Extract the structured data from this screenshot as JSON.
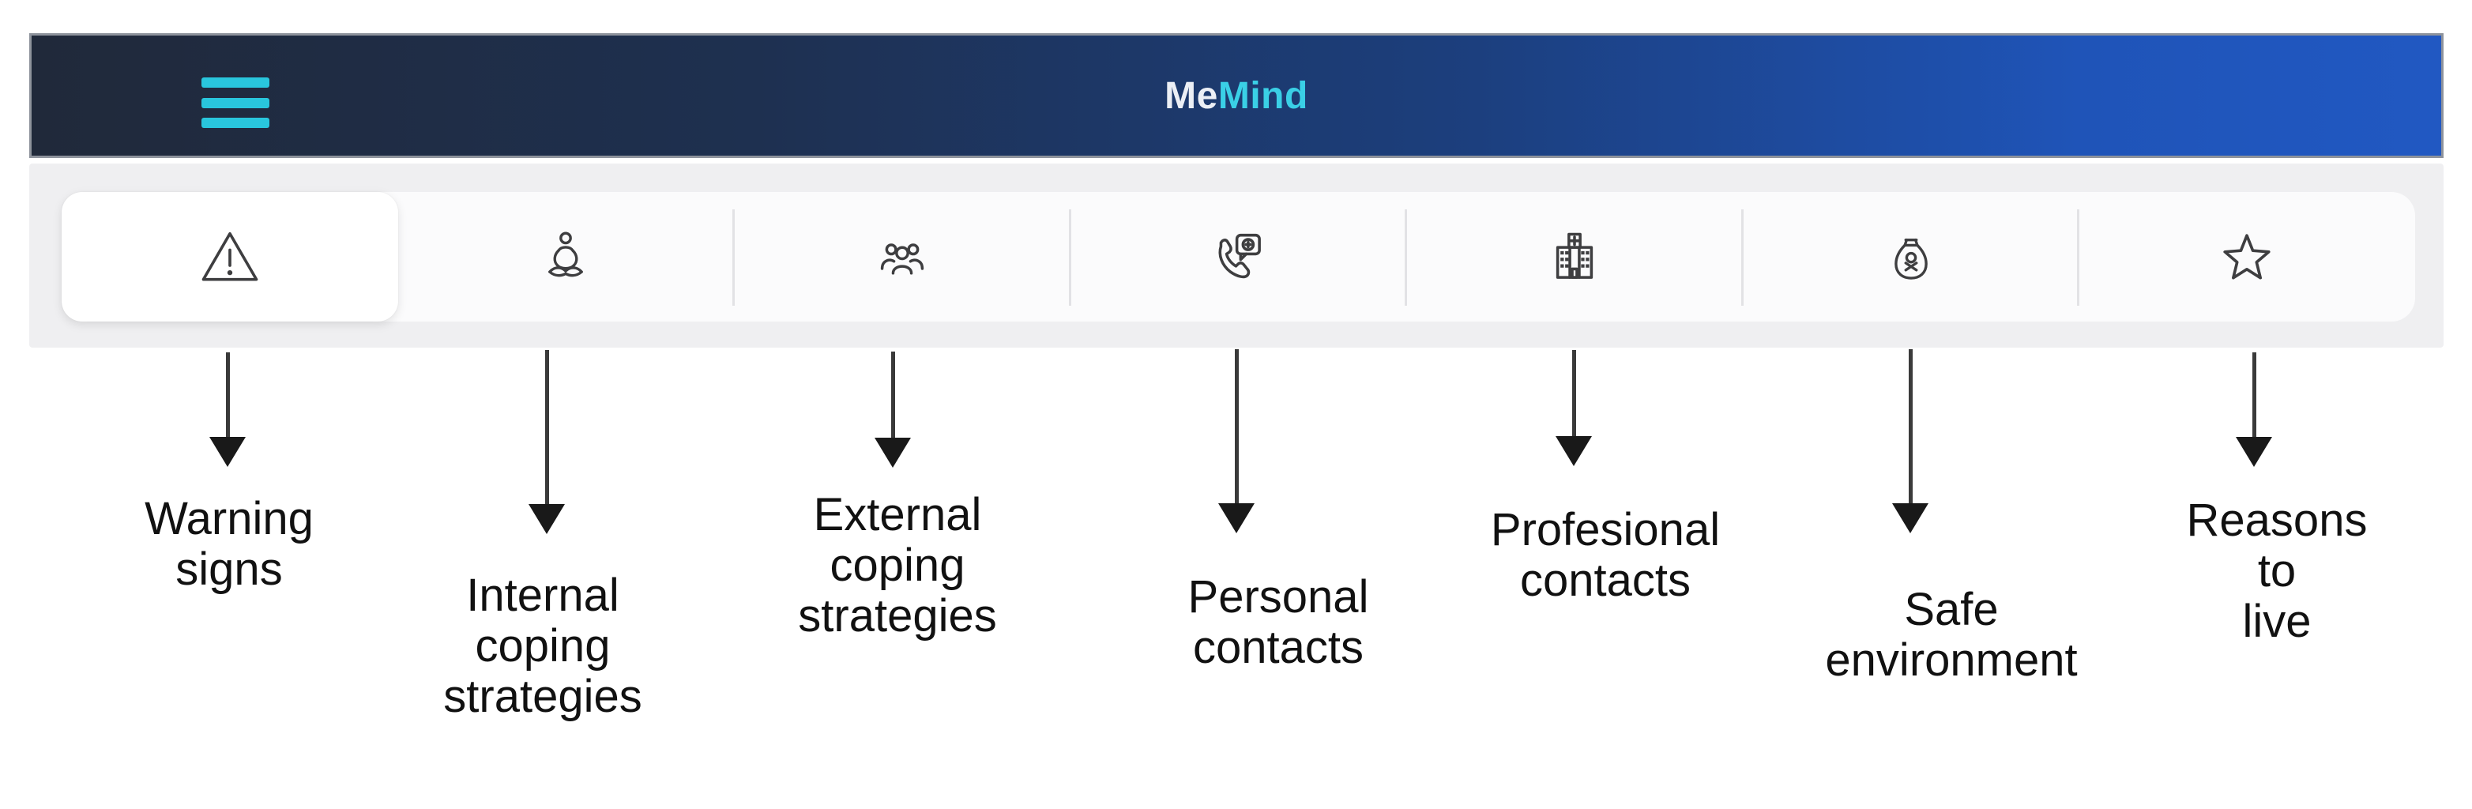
{
  "figure": {
    "header": {
      "title_me": "Me",
      "title_mind": "Mind",
      "menu_icon": "hamburger-menu-icon",
      "colors": {
        "header_gradient_left": "#20293a",
        "header_gradient_right": "#2158c2",
        "accent_cyan": "#29c6dd",
        "title_me_color": "#eceff5",
        "title_mind_color": "#3ad0e6",
        "tabbar_background": "#efeff1",
        "active_tab_background": "#ffffff",
        "icon_color": "#3e3e40"
      }
    },
    "tabs": [
      {
        "name": "warning-signs",
        "icon": "warning-triangle-icon",
        "active": true,
        "label": "Warning\nsigns"
      },
      {
        "name": "internal-coping-strategies",
        "icon": "meditation-icon",
        "active": false,
        "label": "Internal\ncoping\nstrategies"
      },
      {
        "name": "external-coping-strategies",
        "icon": "people-group-icon",
        "active": false,
        "label": "External\ncoping\nstrategies"
      },
      {
        "name": "personal-contacts",
        "icon": "phone-contact-icon",
        "active": false,
        "label": "Personal\ncontacts"
      },
      {
        "name": "professional-contacts",
        "icon": "hospital-icon",
        "active": false,
        "label": "Profesional\ncontacts"
      },
      {
        "name": "safe-environment",
        "icon": "sack-icon",
        "active": false,
        "label": "Safe\nenvironment"
      },
      {
        "name": "reasons-to-live",
        "icon": "star-icon",
        "active": false,
        "label": "Reasons to\nlive"
      }
    ]
  }
}
